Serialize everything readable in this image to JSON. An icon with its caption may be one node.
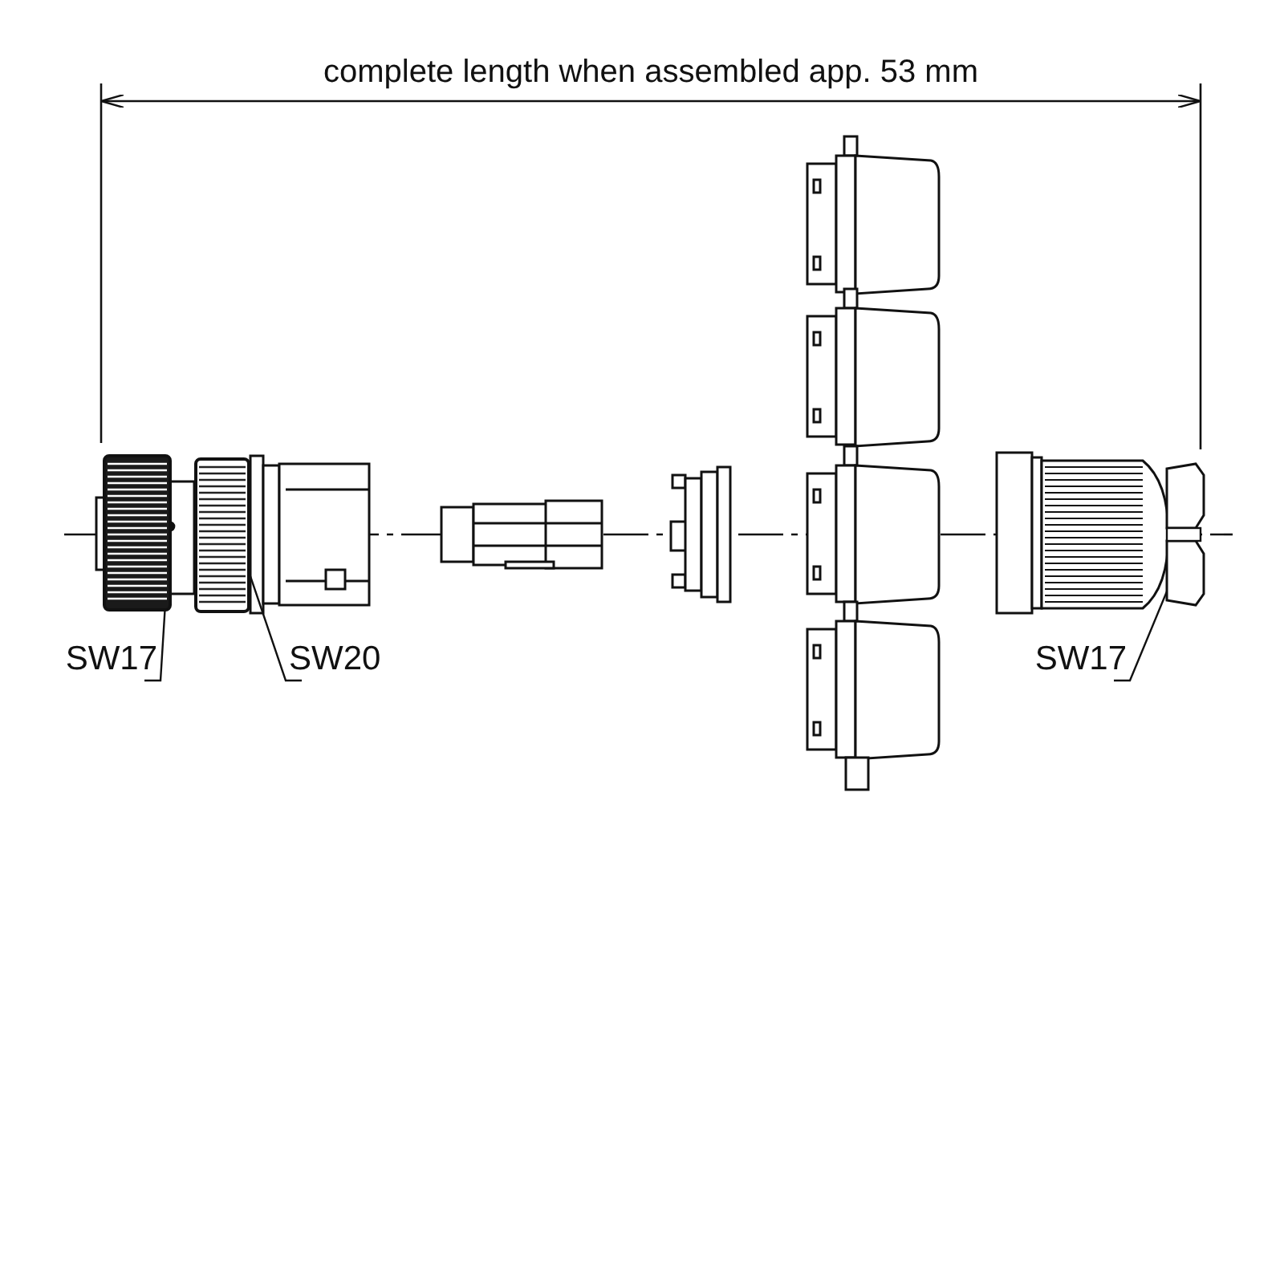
{
  "diagram": {
    "nodes": [
      {
        "text": [
          "SW17"
        ]
      },
      {
        "text": [],
        "shape": "picture"
      },
      {
        "text": [
          "SW20"
        ]
      },
      {
        "text": [],
        "shape": "picture"
      },
      {
        "text": [
          "SW17"
        ]
      },
      {
        "text": [],
        "shape": "picture"
      }
    ],
    "edges": [
      {
        "from": 0,
        "to": 1,
        "arrow": "other"
      },
      {
        "from": 2,
        "to": 3,
        "arrow": "other"
      },
      {
        "from": 4,
        "to": 5,
        "arrow": "other"
      }
    ],
    "labels": [
      "complete length when assembled app. 53 mm"
    ]
  }
}
